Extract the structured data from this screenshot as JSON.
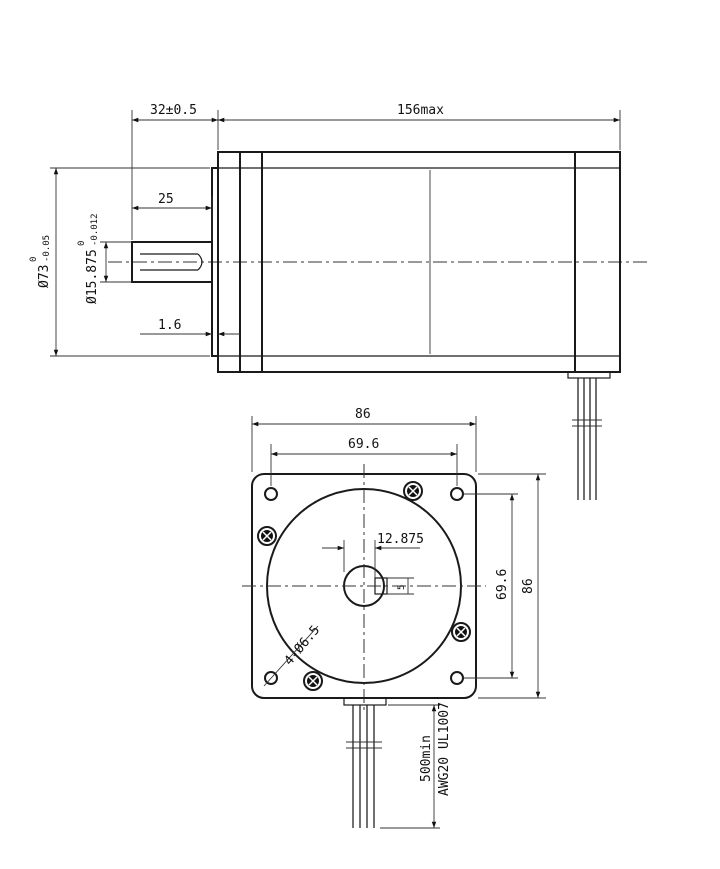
{
  "side_view": {
    "dim_flange_length": "32±0.5",
    "dim_body_length": "156max",
    "dim_shaft_length": "25",
    "dim_shaft_dia": "Ø15.875",
    "dim_shaft_dia_tol_upper": "0",
    "dim_shaft_dia_tol_lower": "-0.012",
    "dim_boss_dia": "Ø73",
    "dim_boss_dia_tol_upper": "0",
    "dim_boss_dia_tol_lower": "-0.05",
    "dim_boss_height": "1.6"
  },
  "front_view": {
    "dim_width": "86",
    "dim_hole_spacing_h": "69.6",
    "dim_height": "86",
    "dim_hole_spacing_v": "69.6",
    "dim_shaft_flat": "12.875",
    "dim_key": "5",
    "dim_mount_holes": "4-Ø6.5"
  },
  "lead_wires": {
    "length": "500min",
    "spec": "AWG20 UL1007"
  }
}
